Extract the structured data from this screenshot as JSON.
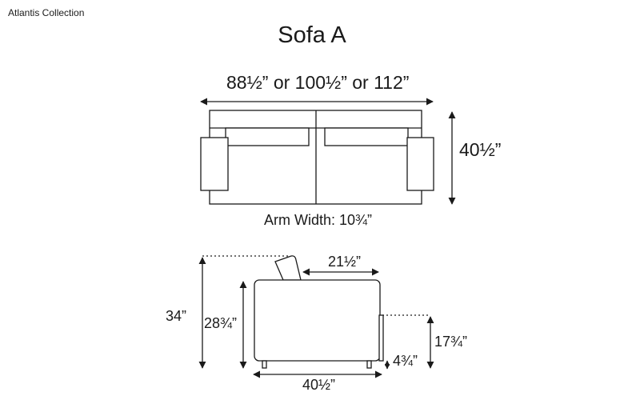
{
  "collection": "Atlantis Collection",
  "title": "Sofa A",
  "top_view": {
    "width_label": "88½” or 100½” or 112”",
    "depth_label": "40½”",
    "arm_width_label": "Arm Width: 10¾”"
  },
  "side_view": {
    "seat_depth_label": "21½”",
    "overall_height_label": "34”",
    "back_height_label": "28¾”",
    "arm_height_label": "17¾”",
    "leg_height_label": "4¾”",
    "depth_label": "40½”"
  },
  "colors": {
    "line": "#1a1a1a",
    "background": "#ffffff"
  }
}
